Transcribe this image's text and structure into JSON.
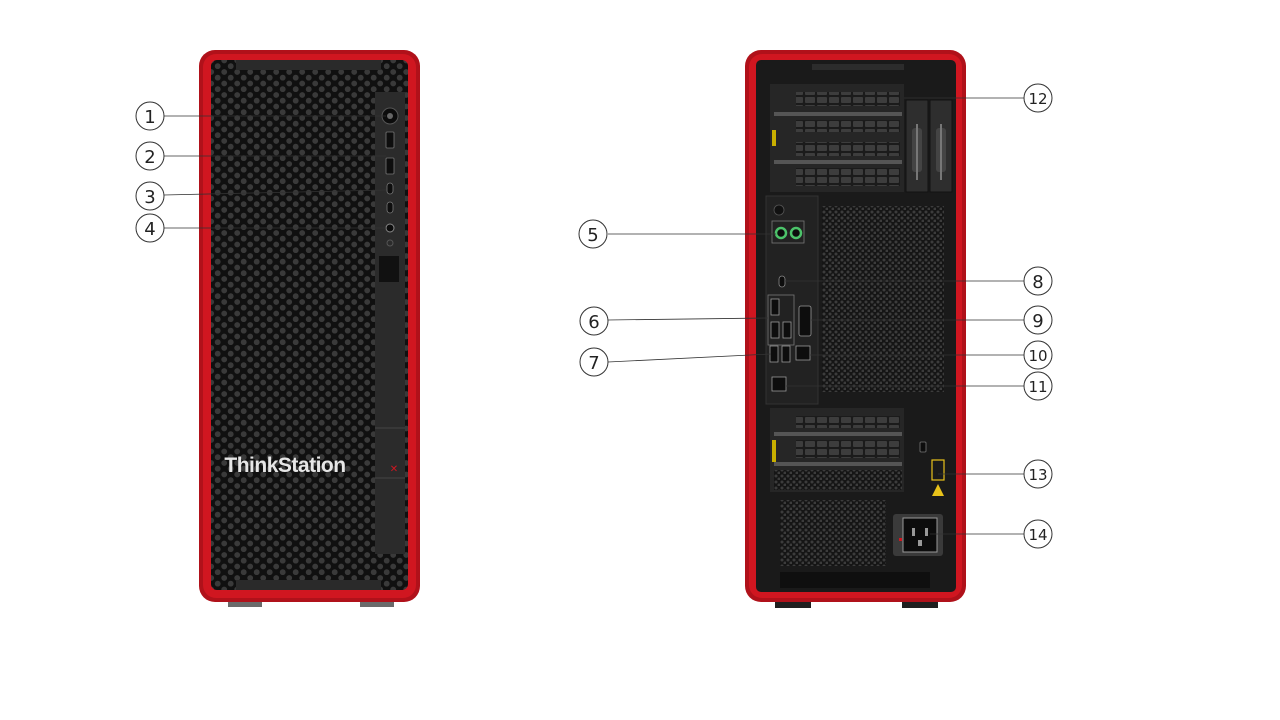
{
  "front_view": {
    "brand_logo": "ThinkStation",
    "callouts": [
      "1",
      "2",
      "3",
      "4"
    ]
  },
  "rear_view": {
    "callouts": [
      "5",
      "6",
      "7",
      "8",
      "9",
      "10",
      "11",
      "12",
      "13",
      "14"
    ]
  },
  "colors": {
    "chassis_red": "#c5121b",
    "chassis_black": "#1a1a1a",
    "audio_jack_green": "#4cc36a",
    "warning_yellow": "#e8c21a",
    "callout_line": "#333333"
  }
}
